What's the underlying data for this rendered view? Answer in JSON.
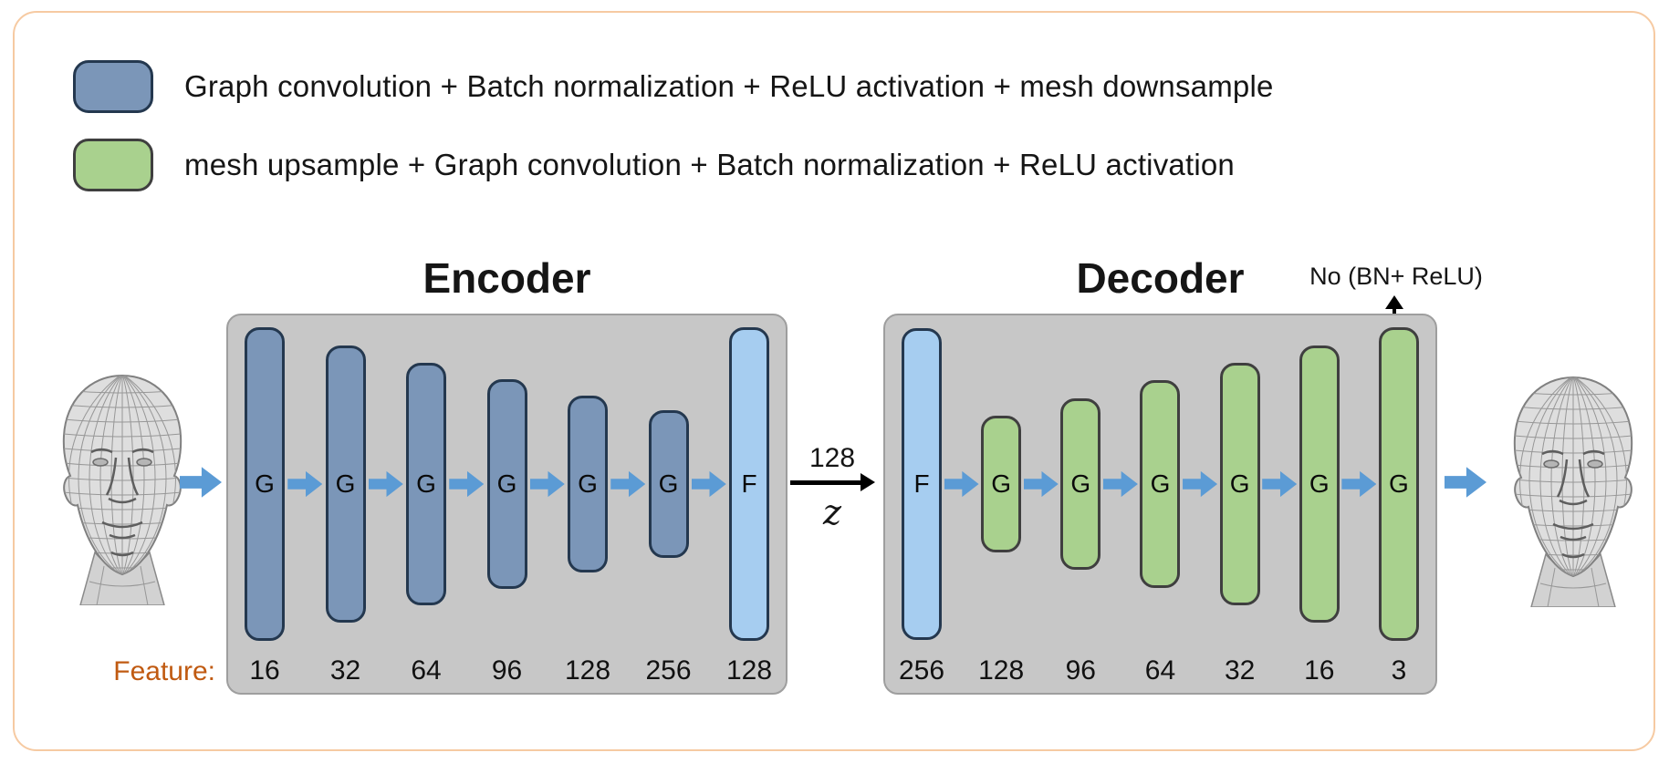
{
  "legend": {
    "items": [
      {
        "name": "encoder-block",
        "label": "Graph convolution + Batch normalization + ReLU activation + mesh downsample",
        "color": "#7b96b8"
      },
      {
        "name": "decoder-block",
        "label": "mesh upsample + Graph convolution + Batch normalization + ReLU activation",
        "color": "#a9d18e"
      }
    ]
  },
  "encoder": {
    "title": "Encoder",
    "feature_label": "Feature:",
    "layers": [
      {
        "label": "G",
        "feature": "16"
      },
      {
        "label": "G",
        "feature": "32"
      },
      {
        "label": "G",
        "feature": "64"
      },
      {
        "label": "G",
        "feature": "96"
      },
      {
        "label": "G",
        "feature": "128"
      },
      {
        "label": "G",
        "feature": "256"
      },
      {
        "label": "F",
        "feature": "128"
      }
    ]
  },
  "latent": {
    "size": "128",
    "symbol": "z"
  },
  "decoder": {
    "title": "Decoder",
    "annotation": "No (BN+ ReLU)",
    "layers": [
      {
        "label": "F",
        "feature": "256"
      },
      {
        "label": "G",
        "feature": "128"
      },
      {
        "label": "G",
        "feature": "96"
      },
      {
        "label": "G",
        "feature": "64"
      },
      {
        "label": "G",
        "feature": "32"
      },
      {
        "label": "G",
        "feature": "16"
      },
      {
        "label": "G",
        "feature": "3"
      }
    ]
  },
  "colors": {
    "encoder_bar": "#7b96b8",
    "decoder_bar": "#a9d18e",
    "fc_bar": "#a6cdf0",
    "arrow_blue": "#5b9bd5",
    "panel_bg": "#c7c7c7",
    "feature_label": "#c05a11",
    "frame_border": "#f6caa2"
  }
}
